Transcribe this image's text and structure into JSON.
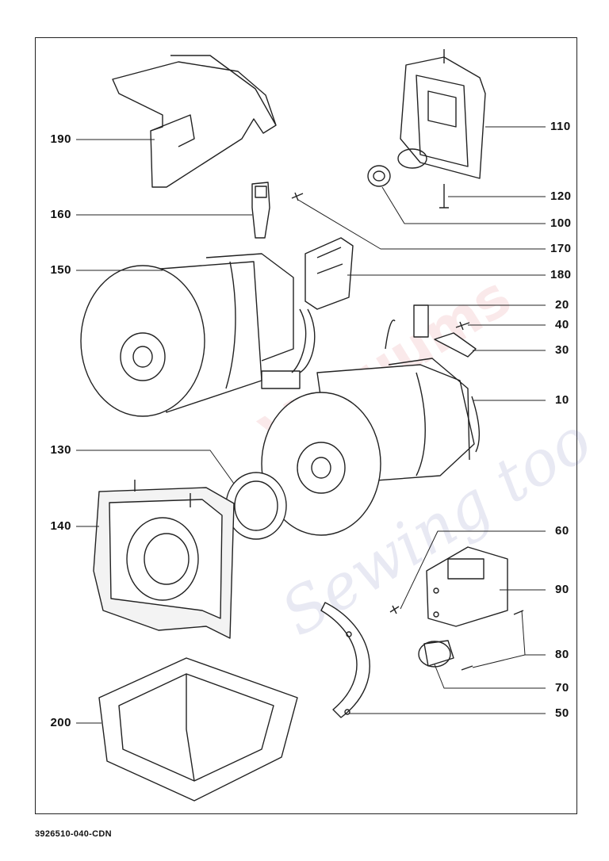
{
  "document_code": "3926510-040-CDN",
  "watermark": {
    "line1": "Vacuums",
    "line2": "Sewing too",
    "color_red": "#d22832",
    "color_blue": "#5a64aa"
  },
  "callouts_left": [
    {
      "id": "190",
      "label": "190"
    },
    {
      "id": "160",
      "label": "160"
    },
    {
      "id": "150",
      "label": "150"
    },
    {
      "id": "130",
      "label": "130"
    },
    {
      "id": "140",
      "label": "140"
    },
    {
      "id": "200",
      "label": "200"
    }
  ],
  "callouts_right": [
    {
      "id": "110",
      "label": "110"
    },
    {
      "id": "120",
      "label": "120"
    },
    {
      "id": "100",
      "label": "100"
    },
    {
      "id": "170",
      "label": "170"
    },
    {
      "id": "180",
      "label": "180"
    },
    {
      "id": "20",
      "label": "20"
    },
    {
      "id": "40",
      "label": "40"
    },
    {
      "id": "30",
      "label": "30"
    },
    {
      "id": "10",
      "label": "10"
    },
    {
      "id": "60",
      "label": "60"
    },
    {
      "id": "90",
      "label": "90"
    },
    {
      "id": "80",
      "label": "80"
    },
    {
      "id": "70",
      "label": "70"
    },
    {
      "id": "50",
      "label": "50"
    }
  ]
}
